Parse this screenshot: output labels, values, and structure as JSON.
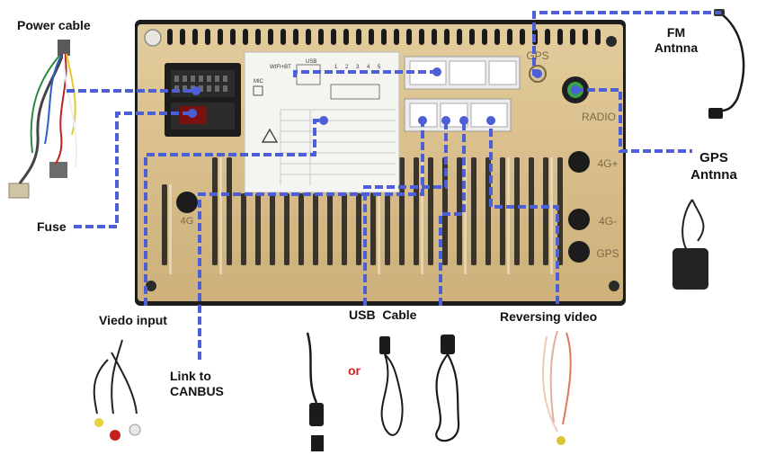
{
  "labels": {
    "power_cable": "Power cable",
    "fuse": "Fuse",
    "video_input": "Viedo input",
    "canbus_line1": "Link to",
    "canbus_line2": "CANBUS",
    "usb_cable": "USB  Cable",
    "or": "or",
    "reversing_video": "Reversing video",
    "fm_line1": "FM",
    "fm_line2": "Antnna",
    "gps_line1": "GPS",
    "gps_line2": "Antnna"
  },
  "unit": {
    "port_labels": {
      "radio": "RADIO",
      "four_g_plus": "4G+",
      "four_g_minus": "4G-",
      "gps": "GPS",
      "four_g_left": "4G",
      "gps_top": "GPS"
    },
    "sticker_text": [
      "WIFI+BT",
      "USB",
      "MIC",
      "1",
      "2",
      "3",
      "4",
      "5"
    ]
  },
  "colors": {
    "connector_line": "#4d5fd6",
    "chassis": "#d8bf8d",
    "chassis_dark": "#1c1c1c",
    "label_text": "#111111",
    "or_text": "#d81e1e"
  }
}
